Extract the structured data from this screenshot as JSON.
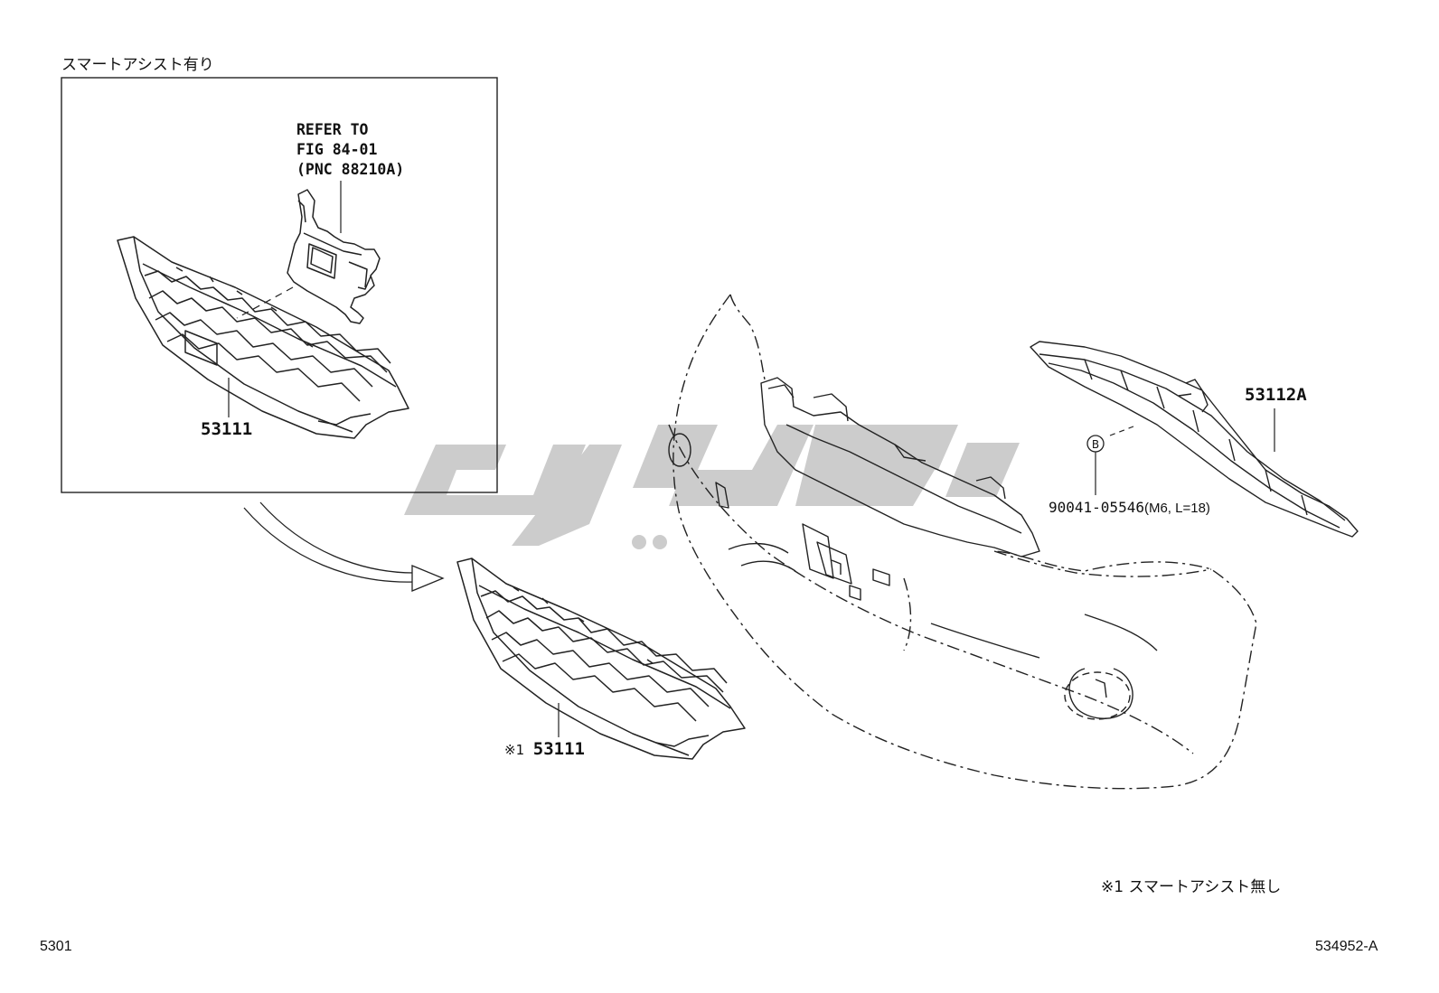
{
  "inset": {
    "title": "スマートアシスト有り",
    "refer": [
      "REFER TO",
      "FIG 84-01",
      "(PNC 88210A)"
    ],
    "part_number": "53111"
  },
  "main": {
    "grille_mark": "※1",
    "grille_part_number": "53111",
    "upper_grille_part_number": "53112A",
    "bolt_marker": "B",
    "bolt_part_number": "90041-05546",
    "bolt_spec": "(M6, L=18)"
  },
  "footnote": "※1 スマートアシスト無し",
  "page_code": "5301",
  "illustration_code": "534952-A",
  "watermark_color": "#c8c8c8"
}
